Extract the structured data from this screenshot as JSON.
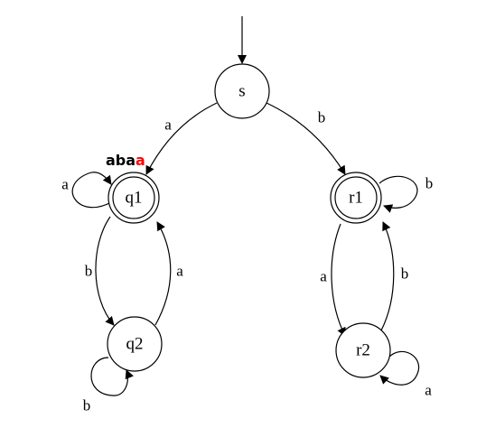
{
  "automaton": {
    "states": {
      "s": {
        "label": "s"
      },
      "q1": {
        "label": "q1",
        "accepting": true
      },
      "q2": {
        "label": "q2"
      },
      "r1": {
        "label": "r1",
        "accepting": true
      },
      "r2": {
        "label": "r2"
      }
    },
    "start_state": "s",
    "transitions": [
      {
        "from": "s",
        "to": "q1",
        "label": "a"
      },
      {
        "from": "s",
        "to": "r1",
        "label": "b"
      },
      {
        "from": "q1",
        "to": "q1",
        "label": "a"
      },
      {
        "from": "q1",
        "to": "q2",
        "label": "b"
      },
      {
        "from": "q2",
        "to": "q1",
        "label": "a"
      },
      {
        "from": "q2",
        "to": "q2",
        "label": "b"
      },
      {
        "from": "r1",
        "to": "r1",
        "label": "b"
      },
      {
        "from": "r1",
        "to": "r2",
        "label": "a"
      },
      {
        "from": "r2",
        "to": "r1",
        "label": "b"
      },
      {
        "from": "r2",
        "to": "r2",
        "label": "a"
      }
    ],
    "input_trace": {
      "consumed": "aba",
      "current": "a",
      "current_color": "#ff0000"
    }
  },
  "colors": {
    "stroke": "#000000",
    "background": "#ffffff",
    "highlight": "#ff0000"
  }
}
